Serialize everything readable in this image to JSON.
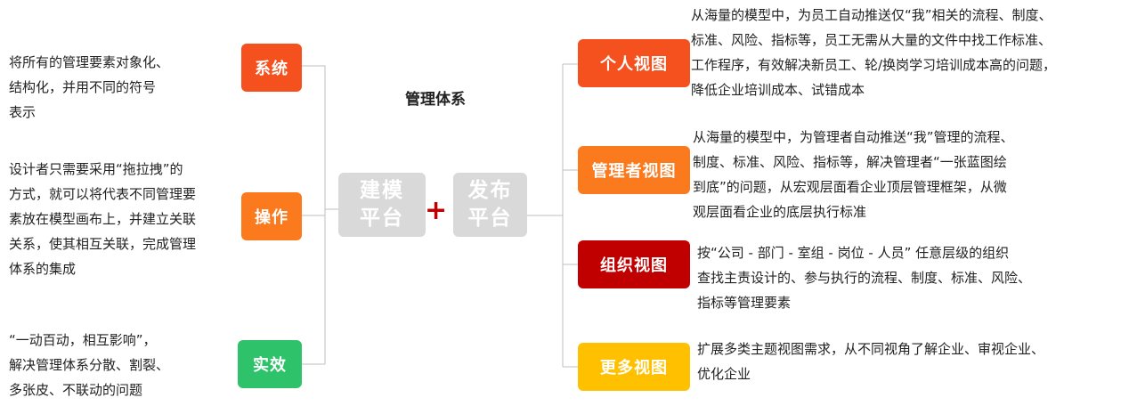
{
  "title": "管理体系",
  "center": {
    "modeling": "建模\n平台",
    "plus": "+",
    "publish": "发布\n平台"
  },
  "colors": {
    "red_orange": "#f4511e",
    "orange": "#fa7a1d",
    "green": "#2ec26a",
    "dark_red": "#c00000",
    "yellow": "#ffc000",
    "center_gray": "#d9d9d9",
    "line": "#bfbfbf"
  },
  "left_items": [
    {
      "label": "系统",
      "desc": "将所有的管理要素对象化、\n结构化，并用不同的符号\n表示"
    },
    {
      "label": "操作",
      "desc": "设计者只需要采用“拖拉拽”的\n方式，就可以将代表不同管理要\n素放在模型画布上，并建立关联\n关系，使其相互关联，完成管理\n体系的集成"
    },
    {
      "label": "实效",
      "desc": "“一动百动，相互影响”，\n解决管理体系分散、割裂、\n多张皮、不联动的问题"
    }
  ],
  "right_items": [
    {
      "label": "个人视图",
      "desc": "从海量的模型中，为员工自动推送仅“我”相关的流程、制度、\n标准、风险、指标等，员工无需从大量的文件中找工作标准、\n工作程序，有效解决新员工、轮/换岗学习培训成本高的问题，\n降低企业培训成本、试错成本"
    },
    {
      "label": "管理者视图",
      "desc": "从海量的模型中，为管理者自动推送“我”管理的流程、\n制度、标准、风险、指标等，解决管理者“一张蓝图绘\n到底”的问题，从宏观层面看企业顶层管理框架，从微\n观层面看企业的底层执行标准"
    },
    {
      "label": "组织视图",
      "desc": "按“公司 - 部门 - 室组 - 岗位 - 人员” 任意层级的组织\n查找主责设计的、参与执行的流程、制度、标准、风险、\n指标等管理要素"
    },
    {
      "label": "更多视图",
      "desc": "扩展多类主题视图需求，从不同视角了解企业、审视企业、\n优化企业"
    }
  ]
}
